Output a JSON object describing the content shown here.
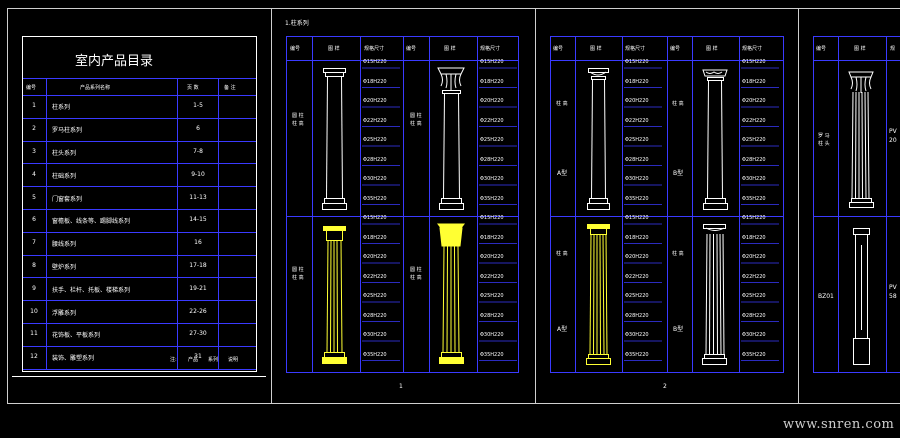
{
  "catalog": {
    "title": "室内产品目录",
    "headers": [
      "编号",
      "产品系列名称",
      "页 数",
      "备 注"
    ],
    "rows": [
      {
        "no": "1",
        "name": "柱系列",
        "pages": "1-5"
      },
      {
        "no": "2",
        "name": "罗马柱系列",
        "pages": "6"
      },
      {
        "no": "3",
        "name": "柱头系列",
        "pages": "7-8"
      },
      {
        "no": "4",
        "name": "柱础系列",
        "pages": "9-10"
      },
      {
        "no": "5",
        "name": "门窗套系列",
        "pages": "11-13"
      },
      {
        "no": "6",
        "name": "窗檐板、线条等、踢脚线系列",
        "pages": "14-15"
      },
      {
        "no": "7",
        "name": "腰线系列",
        "pages": "16"
      },
      {
        "no": "8",
        "name": "壁炉系列",
        "pages": "17-18"
      },
      {
        "no": "9",
        "name": "扶手、栏杆、托板、楼梯系列",
        "pages": "19-21"
      },
      {
        "no": "10",
        "name": "浮雕系列",
        "pages": "22-26"
      },
      {
        "no": "11",
        "name": "花饰板、平板系列",
        "pages": "27-30"
      },
      {
        "no": "12",
        "name": "装饰、雕塑系列",
        "pages": "31"
      }
    ],
    "footer": [
      "注:",
      "产品",
      "系列",
      "说明"
    ]
  },
  "sheet1": {
    "section": "1.柱系列",
    "headers": [
      "编号",
      "图 样",
      "规格尺寸",
      "编号",
      "图 样",
      "规格尺寸"
    ],
    "row_labels_top": [
      "圆 柱",
      "柱 高"
    ],
    "row_labels_bottom": [
      "圆 柱",
      "柱 高"
    ],
    "sizes": [
      "Φ15H220",
      "Φ18H220",
      "Φ20H220",
      "Φ22H220",
      "Φ25H220",
      "Φ28H220",
      "Φ30H220",
      "Φ35H220"
    ],
    "page": "1"
  },
  "sheet2": {
    "headers": [
      "编号",
      "图 样",
      "规格尺寸",
      "编号",
      "图 样",
      "规格尺寸"
    ],
    "labels": [
      "A型",
      "B型",
      "A型",
      "B型"
    ],
    "side_notes": [
      "柱 高",
      "柱 高",
      "柱 高",
      "柱 高"
    ],
    "sizes": [
      "Φ15H220",
      "Φ18H220",
      "Φ20H220",
      "Φ22H220",
      "Φ25H220",
      "Φ28H220",
      "Φ30H220",
      "Φ35H220"
    ],
    "page": "2"
  },
  "sheet3": {
    "headers": [
      "编号",
      "图 样",
      "规"
    ],
    "code": "BZ01",
    "notes": [
      "罗 马",
      "柱 头"
    ],
    "side_codes": [
      "PV",
      "20",
      "PV",
      "58"
    ]
  },
  "watermark": "www.snren.com",
  "colors": {
    "background": "#000000",
    "line": "#ffffff",
    "grid": "#3a3aff",
    "highlight": "#ffff33"
  }
}
